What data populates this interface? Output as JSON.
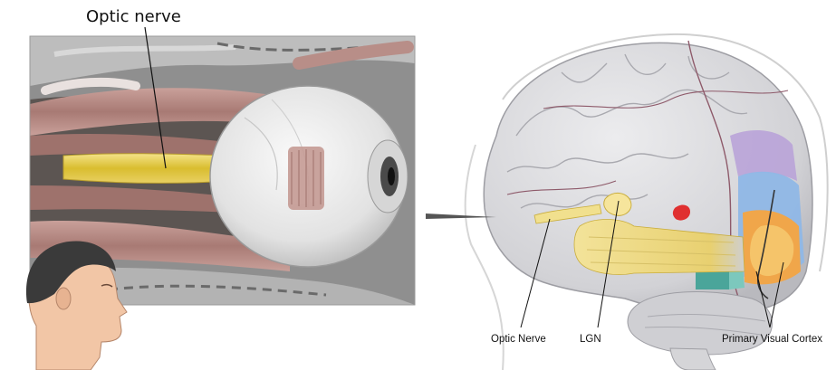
{
  "labels": {
    "optic_nerve_eye": "Optic nerve",
    "optic_nerve_brain": "Optic Nerve",
    "lgn": "LGN",
    "primary_visual_cortex": "Primary Visual Cortex"
  },
  "colors": {
    "nerve_yellow": "#e8d35a",
    "tract_yellow": "#f0dd86",
    "muscle": "#b78c86",
    "eyeball": "#e7e7e7",
    "brain": "#d9d9dc",
    "cortex_orange": "#f0a64a",
    "cortex_blue": "#8fb7e6",
    "cortex_purple": "#b9a3d8",
    "cortex_teal": "#4aa59a",
    "red_spot": "#e03030"
  }
}
